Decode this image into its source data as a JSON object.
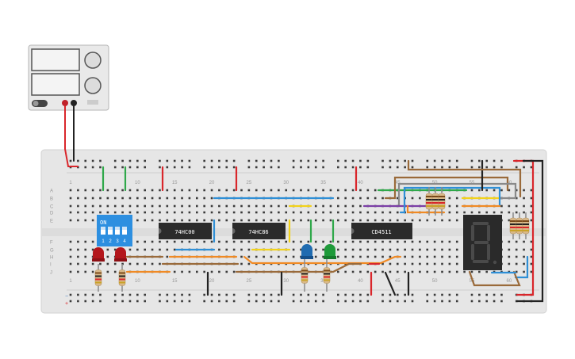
{
  "colors": {
    "board": "#e6e6e6",
    "hole": "#3a3a3a",
    "wire_red": "#d9262b",
    "wire_black": "#222222",
    "wire_green": "#2fa84a",
    "wire_blue": "#2f8fd6",
    "wire_orange": "#f08a24",
    "wire_yellow": "#f2d21b",
    "wire_brown": "#9a6a3a",
    "wire_purple": "#7b3fa6",
    "wire_gray": "#8a8a8a",
    "chip": "#2b2b2b",
    "dip_switch": "#2d8fe0",
    "led_red": "#b3161b",
    "led_blue": "#1f6bb0",
    "led_green": "#1e9a3a"
  },
  "power_supply": {
    "icon": "power-supply-icon"
  },
  "breadboard": {
    "row_letters_top": [
      "A",
      "B",
      "C",
      "D",
      "E"
    ],
    "row_letters_bottom": [
      "F",
      "G",
      "H",
      "I",
      "J"
    ],
    "column_numbers": [
      "1",
      "10",
      "15",
      "20",
      "25",
      "30",
      "35",
      "40",
      "45",
      "50",
      "55",
      "60"
    ],
    "rail_plus": "+",
    "rail_minus": "−"
  },
  "chips": {
    "chip1": "74HC00",
    "chip2": "74HC86",
    "chip3": "CD4511"
  },
  "dip_switch": {
    "on_label": "ON",
    "positions": [
      "1",
      "2",
      "3",
      "4"
    ]
  },
  "seven_segment": {
    "digit": "8."
  }
}
